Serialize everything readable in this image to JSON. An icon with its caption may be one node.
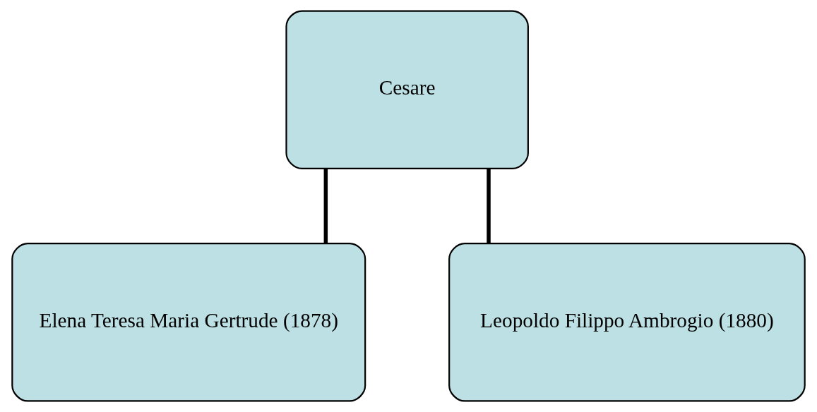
{
  "diagram": {
    "nodes": [
      {
        "text": [
          "Cesare"
        ]
      },
      {
        "text": [
          "Elena Teresa Maria Gertrude (1878)"
        ]
      },
      {
        "text": [
          "Leopoldo Filippo Ambrogio (1880)"
        ]
      }
    ],
    "edges": [
      {
        "from": 0,
        "to": 1,
        "arrow": "none"
      },
      {
        "from": 0,
        "to": 2,
        "arrow": "none"
      }
    ]
  }
}
